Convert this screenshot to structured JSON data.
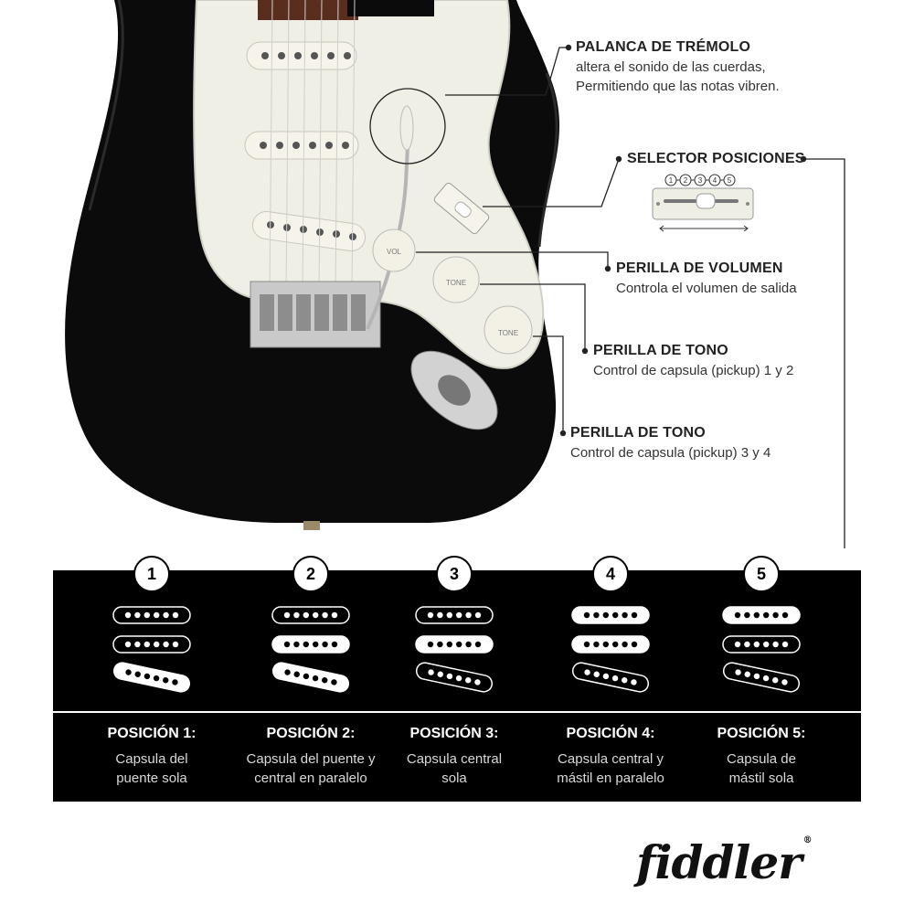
{
  "callouts": {
    "tremolo": {
      "title": "PALANCA DE TRÉMOLO",
      "desc1": "altera el sonido de las cuerdas,",
      "desc2": "Permitiendo que las notas vibren."
    },
    "selector": {
      "title": "SELECTOR POSICIONES",
      "numbers": [
        "1",
        "2",
        "3",
        "4",
        "5"
      ]
    },
    "volume": {
      "title": "PERILLA DE VOLUMEN",
      "desc": "Controla el volumen de salida"
    },
    "tone1": {
      "title": "PERILLA DE TONO",
      "desc": "Control de capsula (pickup) 1 y 2"
    },
    "tone2": {
      "title": "PERILLA DE TONO",
      "desc": "Control de capsula (pickup) 3 y 4"
    }
  },
  "knob_labels": {
    "volume": "VOL",
    "tone": "TONE"
  },
  "positions": [
    {
      "number": "1",
      "title": "POSICIÓN 1:",
      "desc1": "Capsula del",
      "desc2": "puente sola",
      "active": [
        false,
        false,
        true
      ]
    },
    {
      "number": "2",
      "title": "POSICIÓN 2:",
      "desc1": "Capsula del puente y",
      "desc2": "central en paralelo",
      "active": [
        false,
        true,
        true
      ]
    },
    {
      "number": "3",
      "title": "POSICIÓN 3:",
      "desc1": "Capsula central",
      "desc2": "sola",
      "active": [
        false,
        true,
        false
      ]
    },
    {
      "number": "4",
      "title": "POSICIÓN 4:",
      "desc1": "Capsula central y",
      "desc2": "mástil en paralelo",
      "active": [
        true,
        true,
        false
      ]
    },
    {
      "number": "5",
      "title": "POSICIÓN 5:",
      "desc1": "Capsula de",
      "desc2": "mástil sola",
      "active": [
        true,
        false,
        false
      ]
    }
  ],
  "brand": {
    "name": "fiddler",
    "mark": "®"
  }
}
